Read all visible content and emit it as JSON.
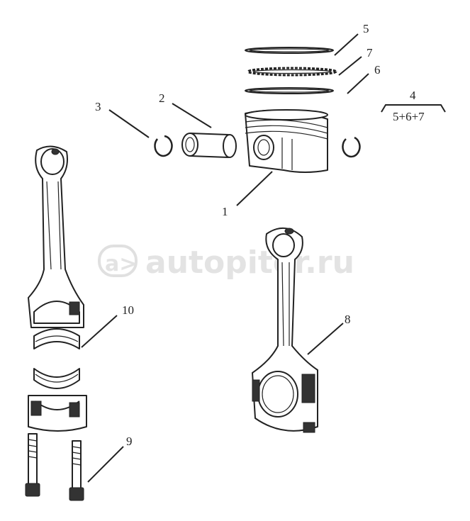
{
  "watermark": {
    "text": "autopiter.ru",
    "logo_glyph": "a>"
  },
  "callouts": [
    {
      "id": "1",
      "label": "1"
    },
    {
      "id": "2",
      "label": "2"
    },
    {
      "id": "3",
      "label": "3"
    },
    {
      "id": "4",
      "label": "4",
      "sub": "5+6+7"
    },
    {
      "id": "5",
      "label": "5"
    },
    {
      "id": "6",
      "label": "6"
    },
    {
      "id": "7",
      "label": "7"
    },
    {
      "id": "8",
      "label": "8"
    },
    {
      "id": "9",
      "label": "9"
    },
    {
      "id": "10",
      "label": "10"
    }
  ]
}
